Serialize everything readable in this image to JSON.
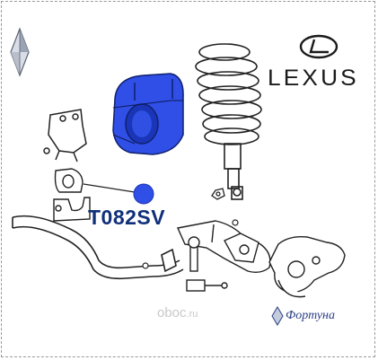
{
  "part_number": "T082SV",
  "brand_wordmark": "LEXUS",
  "watermark": {
    "domain": "oboc.ru",
    "main": "oboc",
    "tld": ".ru"
  },
  "fortuna_label": "Фортуна",
  "icons": [
    "rhombus-logo-icon",
    "lexus-emblem-icon",
    "fortuna-emblem-icon",
    "bushing-marker-icon"
  ],
  "colors": {
    "bushing": "#2f4fe6",
    "bushing_dark": "#1a35b8",
    "part_number": "#10307a",
    "line_art": "#222222",
    "fortuna": "#2b3f86"
  }
}
